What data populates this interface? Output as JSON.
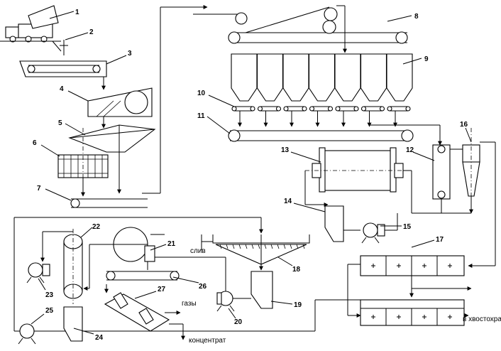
{
  "callouts": [
    "1",
    "2",
    "3",
    "4",
    "5",
    "6",
    "7",
    "8",
    "9",
    "10",
    "11",
    "12",
    "13",
    "14",
    "15",
    "16",
    "17",
    "18",
    "19",
    "20",
    "21",
    "22",
    "23",
    "24",
    "25",
    "26",
    "27"
  ],
  "labels": {
    "slime": "слив",
    "gases": "газы",
    "concentrate": "концентрат",
    "tailings": "в хвостохран"
  }
}
